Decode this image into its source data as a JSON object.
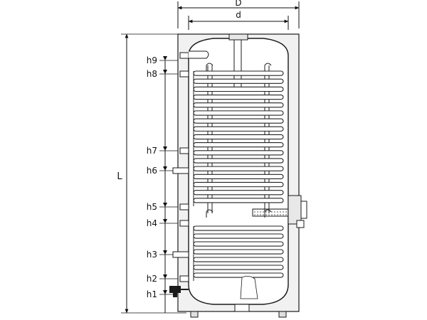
{
  "dimensions": {
    "outer_diameter": "D",
    "inner_diameter": "d",
    "total_height": "L"
  },
  "height_markers": [
    "h9",
    "h8",
    "h7",
    "h6",
    "h5",
    "h4",
    "h3",
    "h2",
    "h1"
  ],
  "colors": {
    "line": "#1a1a1a",
    "insulation": "#f2f2f2",
    "tank_fill": "#ffffff",
    "coil_stroke": "#222222"
  }
}
